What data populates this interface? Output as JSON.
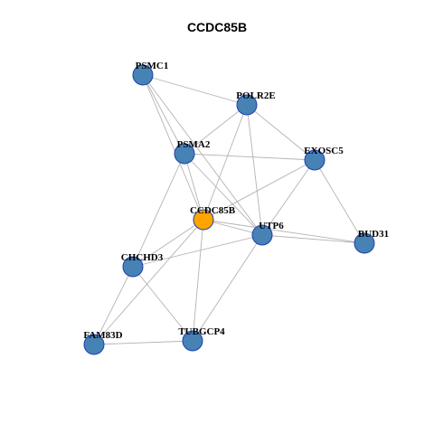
{
  "title": "CCDC85B",
  "colors": {
    "default_node": "#4682B4",
    "focus_node": "#FFA500",
    "node_border": "#1F3FB0",
    "edge": "#B3B3B3"
  },
  "nodes": [
    {
      "id": "PSMC1",
      "label": "PSMC1",
      "focus": false
    },
    {
      "id": "POLR2E",
      "label": "POLR2E",
      "focus": false
    },
    {
      "id": "PSMA2",
      "label": "PSMA2",
      "focus": false
    },
    {
      "id": "EXOSC5",
      "label": "EXOSC5",
      "focus": false
    },
    {
      "id": "CCDC85B",
      "label": "CCDC85B",
      "focus": true
    },
    {
      "id": "UTP6",
      "label": "UTP6",
      "focus": false
    },
    {
      "id": "BUD31",
      "label": "BUD31",
      "focus": false
    },
    {
      "id": "CHCHD3",
      "label": "CHCHD3",
      "focus": false
    },
    {
      "id": "FAM83D",
      "label": "FAM83D",
      "focus": false
    },
    {
      "id": "TUBGCP4",
      "label": "TUBGCP4",
      "focus": false
    }
  ],
  "edges": [
    [
      "PSMC1",
      "POLR2E"
    ],
    [
      "PSMC1",
      "PSMA2"
    ],
    [
      "PSMC1",
      "CCDC85B"
    ],
    [
      "PSMC1",
      "UTP6"
    ],
    [
      "POLR2E",
      "PSMA2"
    ],
    [
      "POLR2E",
      "EXOSC5"
    ],
    [
      "POLR2E",
      "CCDC85B"
    ],
    [
      "POLR2E",
      "UTP6"
    ],
    [
      "PSMA2",
      "EXOSC5"
    ],
    [
      "PSMA2",
      "CCDC85B"
    ],
    [
      "PSMA2",
      "UTP6"
    ],
    [
      "PSMA2",
      "CHCHD3"
    ],
    [
      "EXOSC5",
      "CCDC85B"
    ],
    [
      "EXOSC5",
      "UTP6"
    ],
    [
      "EXOSC5",
      "BUD31"
    ],
    [
      "CCDC85B",
      "UTP6"
    ],
    [
      "CCDC85B",
      "BUD31"
    ],
    [
      "CCDC85B",
      "CHCHD3"
    ],
    [
      "CCDC85B",
      "FAM83D"
    ],
    [
      "CCDC85B",
      "TUBGCP4"
    ],
    [
      "UTP6",
      "BUD31"
    ],
    [
      "UTP6",
      "CHCHD3"
    ],
    [
      "UTP6",
      "TUBGCP4"
    ],
    [
      "CHCHD3",
      "FAM83D"
    ],
    [
      "CHCHD3",
      "TUBGCP4"
    ],
    [
      "FAM83D",
      "TUBGCP4"
    ]
  ]
}
